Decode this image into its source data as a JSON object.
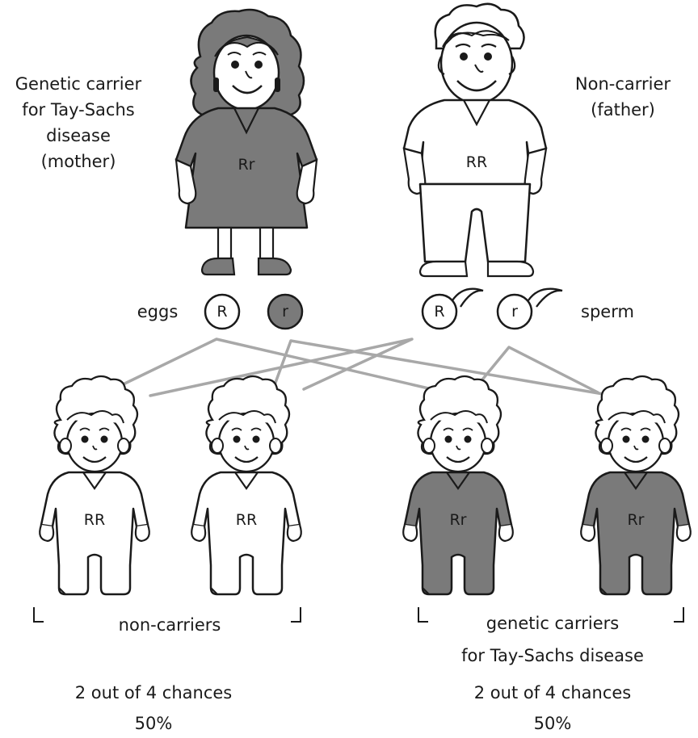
{
  "mother_label": [
    "Genetic carrier",
    "for Tay-Sachs",
    "disease",
    "(mother)"
  ],
  "father_label": [
    "Non-carrier",
    "(father)"
  ],
  "mother_genotype": "Rr",
  "father_genotype": "RR",
  "eggs_label": "eggs",
  "sperm_label": "sperm",
  "eggs": [
    "R",
    "r"
  ],
  "sperm": [
    "R",
    "r"
  ],
  "children": [
    {
      "genotype": "RR"
    },
    {
      "genotype": "RR"
    },
    {
      "genotype": "Rr"
    },
    {
      "genotype": "Rr"
    }
  ],
  "groups": {
    "left": {
      "label": "non-carriers",
      "chances": "2 out of 4 chances",
      "percent": "50%"
    },
    "right": {
      "label_line1": "genetic carriers",
      "label_line2": "for Tay-Sachs disease",
      "chances": "2 out of 4 chances",
      "percent": "50%"
    }
  },
  "colors": {
    "carrier_fill": "#7a7a7a",
    "noncarrier_fill": "#ffffff",
    "outline": "#1a1a1a",
    "cross_lines": "#a8a8a8"
  }
}
